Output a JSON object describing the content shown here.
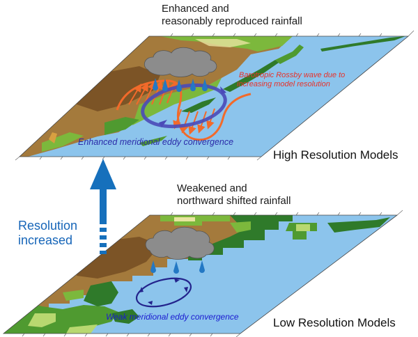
{
  "top_panel": {
    "rainfall_label_line1": "Enhanced and",
    "rainfall_label_line2": "reasonably reproduced rainfall",
    "wave_annotation_line1": "Barotropic Rossby wave due to",
    "wave_annotation_line2": "increasing model resolution",
    "eddy_annotation": "Enhanced meridional eddy convergence",
    "model_label": "High Resolution Models"
  },
  "bottom_panel": {
    "rainfall_label_line1": "Weakened and",
    "rainfall_label_line2": "northward shifted rainfall",
    "eddy_annotation": "Weak meridional eddy convergence",
    "model_label": "Low Resolution Models"
  },
  "resolution_arrow": {
    "label_line1": "Resolution",
    "label_line2": "increased"
  },
  "colors": {
    "ocean": "#8cc4ec",
    "land_brown": "#a47a3c",
    "land_dark_brown": "#7c5426",
    "land_green": "#7cb83c",
    "land_dark_green": "#2f7a2a",
    "land_light": "#e8e4a0",
    "cloud": "#8c8c8c",
    "raindrop": "#2378c4",
    "eddy_blue": "#4a4ab8",
    "eddy_blue_dark": "#23238c",
    "wave_orange": "#f26a2a",
    "arrow_blue": "#1670bc",
    "annotation_red": "#e8322a"
  }
}
